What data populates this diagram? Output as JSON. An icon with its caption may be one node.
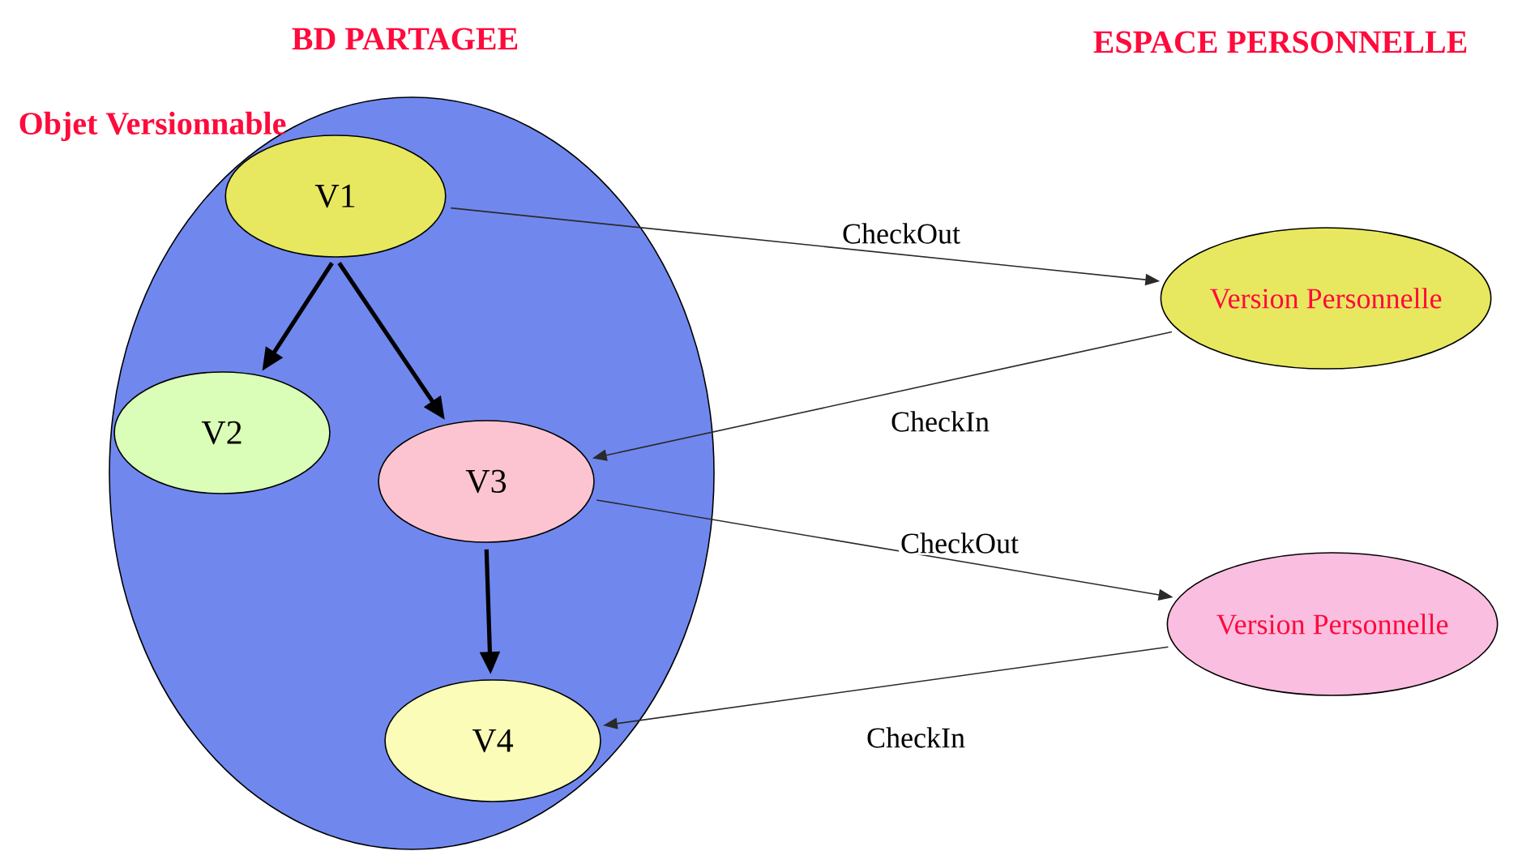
{
  "diagram": {
    "nodes": [
      {
        "text": [
          "Objet Versionnable"
        ]
      },
      {
        "text": [
          "V1"
        ],
        "in": 0
      },
      {
        "text": [
          "V2"
        ],
        "in": 0
      },
      {
        "text": [
          "V3"
        ],
        "in": 0
      },
      {
        "text": [
          "V4"
        ],
        "in": 0
      },
      {
        "text": [
          "Version Personnelle"
        ]
      },
      {
        "text": [
          "Version Personnelle"
        ]
      }
    ],
    "edges": [
      {
        "from": 1,
        "to": 2,
        "arrow": "to",
        "style": "thick"
      },
      {
        "from": 1,
        "to": 3,
        "arrow": "to",
        "style": "thick"
      },
      {
        "from": 3,
        "to": 4,
        "arrow": "to",
        "style": "thick"
      },
      {
        "from": 1,
        "to": 5,
        "arrow": "to",
        "label": "CheckOut"
      },
      {
        "from": 5,
        "to": 3,
        "arrow": "to",
        "label": "CheckIn"
      },
      {
        "from": 3,
        "to": 6,
        "arrow": "to",
        "label": "CheckOut"
      },
      {
        "from": 6,
        "to": 4,
        "arrow": "to",
        "label": "CheckIn"
      }
    ],
    "labels": [
      "BD PARTAGEE",
      "ESPACE PERSONNELLE"
    ]
  }
}
